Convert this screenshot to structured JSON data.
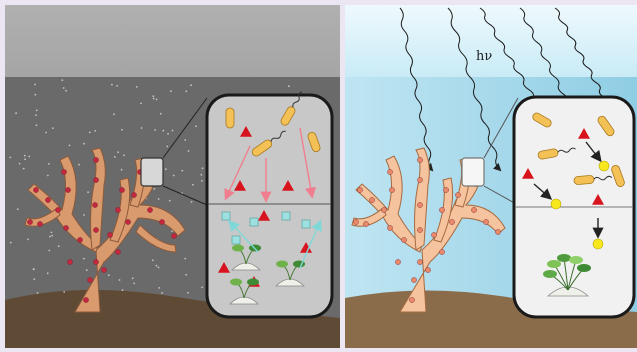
{
  "figure": {
    "light_label": "hν"
  },
  "palette": {
    "left_sky": "#b2b2b2",
    "left_water": "#6a6a6a",
    "right_sky": "#d8f0f8",
    "right_water": "#a7d7ea",
    "sediment": "#8a6c4a",
    "coral_body": "#d99b6e",
    "coral_polyp_stressed": "#c2293f",
    "coral_polyp_healthy": "#e8896a",
    "bacteria": "#f3c155",
    "toxin_triangle": "#d7141e",
    "cyst_square": "#9ee0e0",
    "yellow_product": "#f6e81c",
    "panel_bg_left": "#c8c8c8",
    "panel_bg_right": "#f1f1f1",
    "arrow_pink": "#ef7f8f",
    "arrow_cyan": "#7fd8d8"
  },
  "scenes": [
    {
      "name": "dark-turbid-reef",
      "condition": "no light",
      "coral_state": "stressed"
    },
    {
      "name": "sunlit-reef",
      "condition": "light",
      "coral_state": "healthy"
    }
  ]
}
